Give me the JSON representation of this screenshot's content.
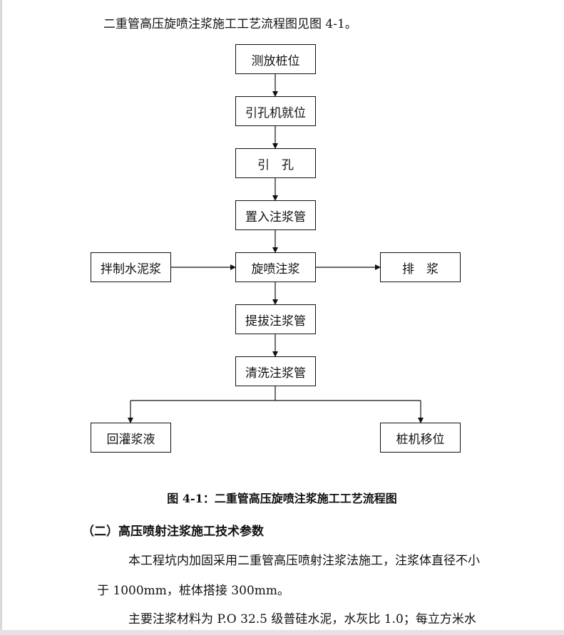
{
  "intro_text": "二重管高压旋喷注浆施工工艺流程图见图 4-1。",
  "flowchart": {
    "steps": [
      "测放桩位",
      "引孔机就位",
      "引　孔",
      "置入注浆管",
      "旋喷注浆",
      "提拔注浆管",
      "清洗注浆管"
    ],
    "side_input": "拌制水泥浆",
    "side_output": "排　浆",
    "branch_left": "回灌浆液",
    "branch_right": "桩机移位"
  },
  "figure_caption": "图 4-1：二重管高压旋喷注浆施工工艺流程图",
  "section_heading": "（二）高压喷射注浆施工技术参数",
  "paragraphs": [
    "本工程坑内加固采用二重管高压喷射注浆法施工，注浆体直径不小",
    "于 1000mm，桩体搭接 300mm。",
    "主要注浆材料为 P.O 32.5 级普硅水泥，水灰比 1.0；每立方米水"
  ]
}
